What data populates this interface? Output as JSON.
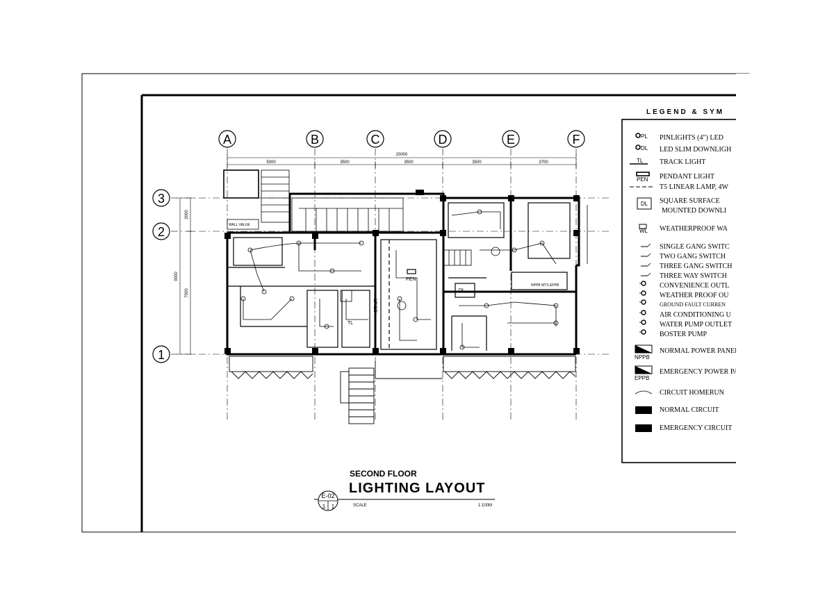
{
  "grid": {
    "columns": [
      "A",
      "B",
      "C",
      "D",
      "E",
      "F"
    ],
    "rows": [
      "3",
      "2",
      "1"
    ],
    "overall_dimension": "20000",
    "column_spacings": [
      "5000",
      "3500",
      "3500",
      "3500",
      "3700"
    ],
    "row_spacings": [
      "2000",
      "7000"
    ],
    "overall_row_dimension": "9000"
  },
  "legend": {
    "title": "LEGEND & SYM",
    "items": [
      {
        "symbol": "PL",
        "label": "PINLIGHTS (4\") LED"
      },
      {
        "symbol": "DL",
        "label": "LED SLIM DOWNLIGH"
      },
      {
        "symbol": "TL",
        "label": "TRACK LIGHT"
      },
      {
        "symbol": "PEN",
        "label": "PENDANT LIGHT"
      },
      {
        "symbol": "",
        "label": "T5 LINEAR LAMP, 4W"
      },
      {
        "symbol": "DL",
        "label": "SQUARE SURFACE"
      },
      {
        "symbol": "",
        "label": "MOUNTED DOWNLI"
      },
      {
        "symbol": "WL",
        "label": "WEATHERPROOF WA"
      },
      {
        "symbol": "",
        "label": "SINGLE GANG SWITC"
      },
      {
        "symbol": "",
        "label": "TWO GANG SWITCH"
      },
      {
        "symbol": "",
        "label": "THREE GANG SWITCH"
      },
      {
        "symbol": "",
        "label": "THREE WAY SWITCH"
      },
      {
        "symbol": "",
        "label": "CONVENIENCE OUTL"
      },
      {
        "symbol": "",
        "label": "WEATHER PROOF OU"
      },
      {
        "symbol": "",
        "label": "GROUND FAULT CURREN"
      },
      {
        "symbol": "",
        "label": "AIR CONDITIONING U"
      },
      {
        "symbol": "",
        "label": "WATER PUMP OUTLET"
      },
      {
        "symbol": "",
        "label": "BOSTER PUMP"
      },
      {
        "symbol": "NPPB",
        "label": "NORMAL POWER PANEL"
      },
      {
        "symbol": "EPPB",
        "label": "EMERGENCY POWER PA"
      },
      {
        "symbol": "",
        "label": "CIRCUIT HOMERUN"
      },
      {
        "symbol": "",
        "label": "NORMAL CIRCUIT"
      },
      {
        "symbol": "",
        "label": "EMERGENCY CIRCUIT"
      }
    ]
  },
  "plan_labels": {
    "stair": "STAIR",
    "pendant": "PEN",
    "track": "TL",
    "downlight": "DL",
    "panels": "NPPB  MTS  EPPB",
    "wall_label": "WALL VALUE"
  },
  "title_block": {
    "subtitle": "SECOND FLOOR",
    "title": "LIGHTING LAYOUT",
    "sheet_number": "E-02",
    "detail_left": "1",
    "detail_right": "1",
    "scale_label": "SCALE",
    "scale_value": "1:100M"
  }
}
